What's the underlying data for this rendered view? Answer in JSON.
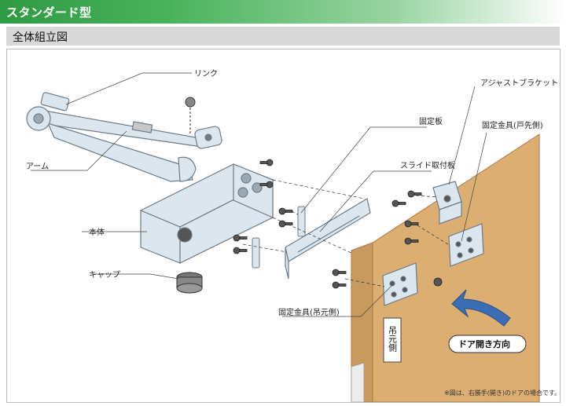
{
  "header": {
    "title": "スタンダード型"
  },
  "section": {
    "title": "全体組立図"
  },
  "labels": {
    "link": "リンク",
    "arm": "アーム",
    "body": "本体",
    "cap": "キャップ",
    "fixed_plate": "固定板",
    "slide_plate": "スライド取付板",
    "adjust_bracket": "アジャストブラケット",
    "bracket_door": "固定金具(戸先側)",
    "bracket_hinge": "固定金具(吊元側)",
    "hinge_side": "吊元側",
    "door_open": "ドア開き方向"
  },
  "footnote": "※図は、右勝手(開き)のドアの場合です。",
  "colors": {
    "banner": "#2f9a44",
    "door": "#dcae72",
    "door_edge": "#c99a5e",
    "part": "#dbe6ee",
    "part_edge": "#6d7c88",
    "arrow": "#3b6db5"
  }
}
